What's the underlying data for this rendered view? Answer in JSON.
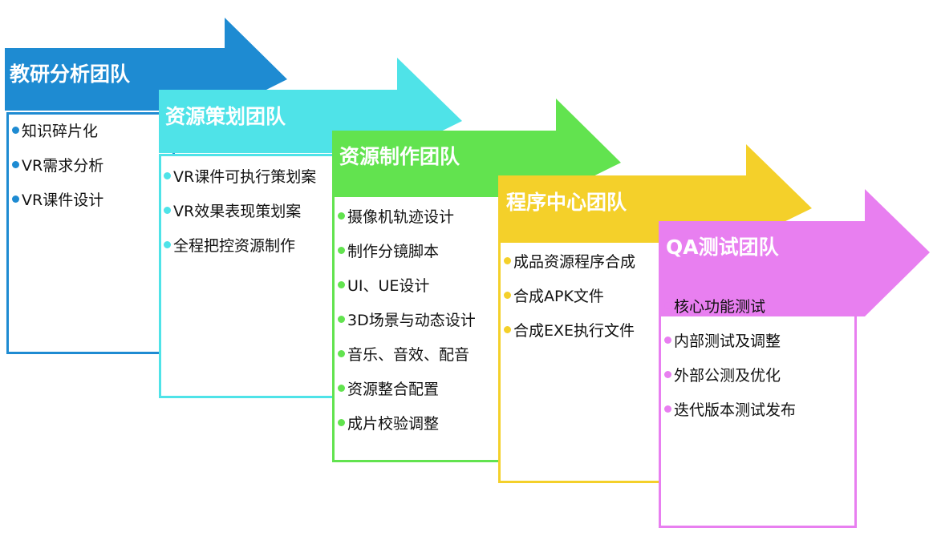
{
  "teams": [
    {
      "title": "教研分析团队",
      "color": "#1E8BD2",
      "items": [
        "知识碎片化",
        "VR需求分析",
        "VR课件设计"
      ]
    },
    {
      "title": "资源策划团队",
      "color": "#4FE3E8",
      "items": [
        "VR课件可执行策划案",
        "VR效果表现策划案",
        "全程把控资源制作"
      ]
    },
    {
      "title": "资源制作团队",
      "color": "#62E34F",
      "items": [
        "摄像机轨迹设计",
        "制作分镜脚本",
        "UI、UE设计",
        "3D场景与动态设计",
        "音乐、音效、配音",
        "资源整合配置",
        "成片校验调整"
      ]
    },
    {
      "title": "程序中心团队",
      "color": "#F4D02A",
      "items": [
        "成品资源程序合成",
        "合成APK文件",
        "合成EXE执行文件"
      ]
    },
    {
      "title": "QA测试团队",
      "color": "#E87FF0",
      "items": [
        "核心功能测试",
        "内部测试及调整",
        "外部公测及优化",
        "迭代版本测试发布"
      ]
    }
  ]
}
